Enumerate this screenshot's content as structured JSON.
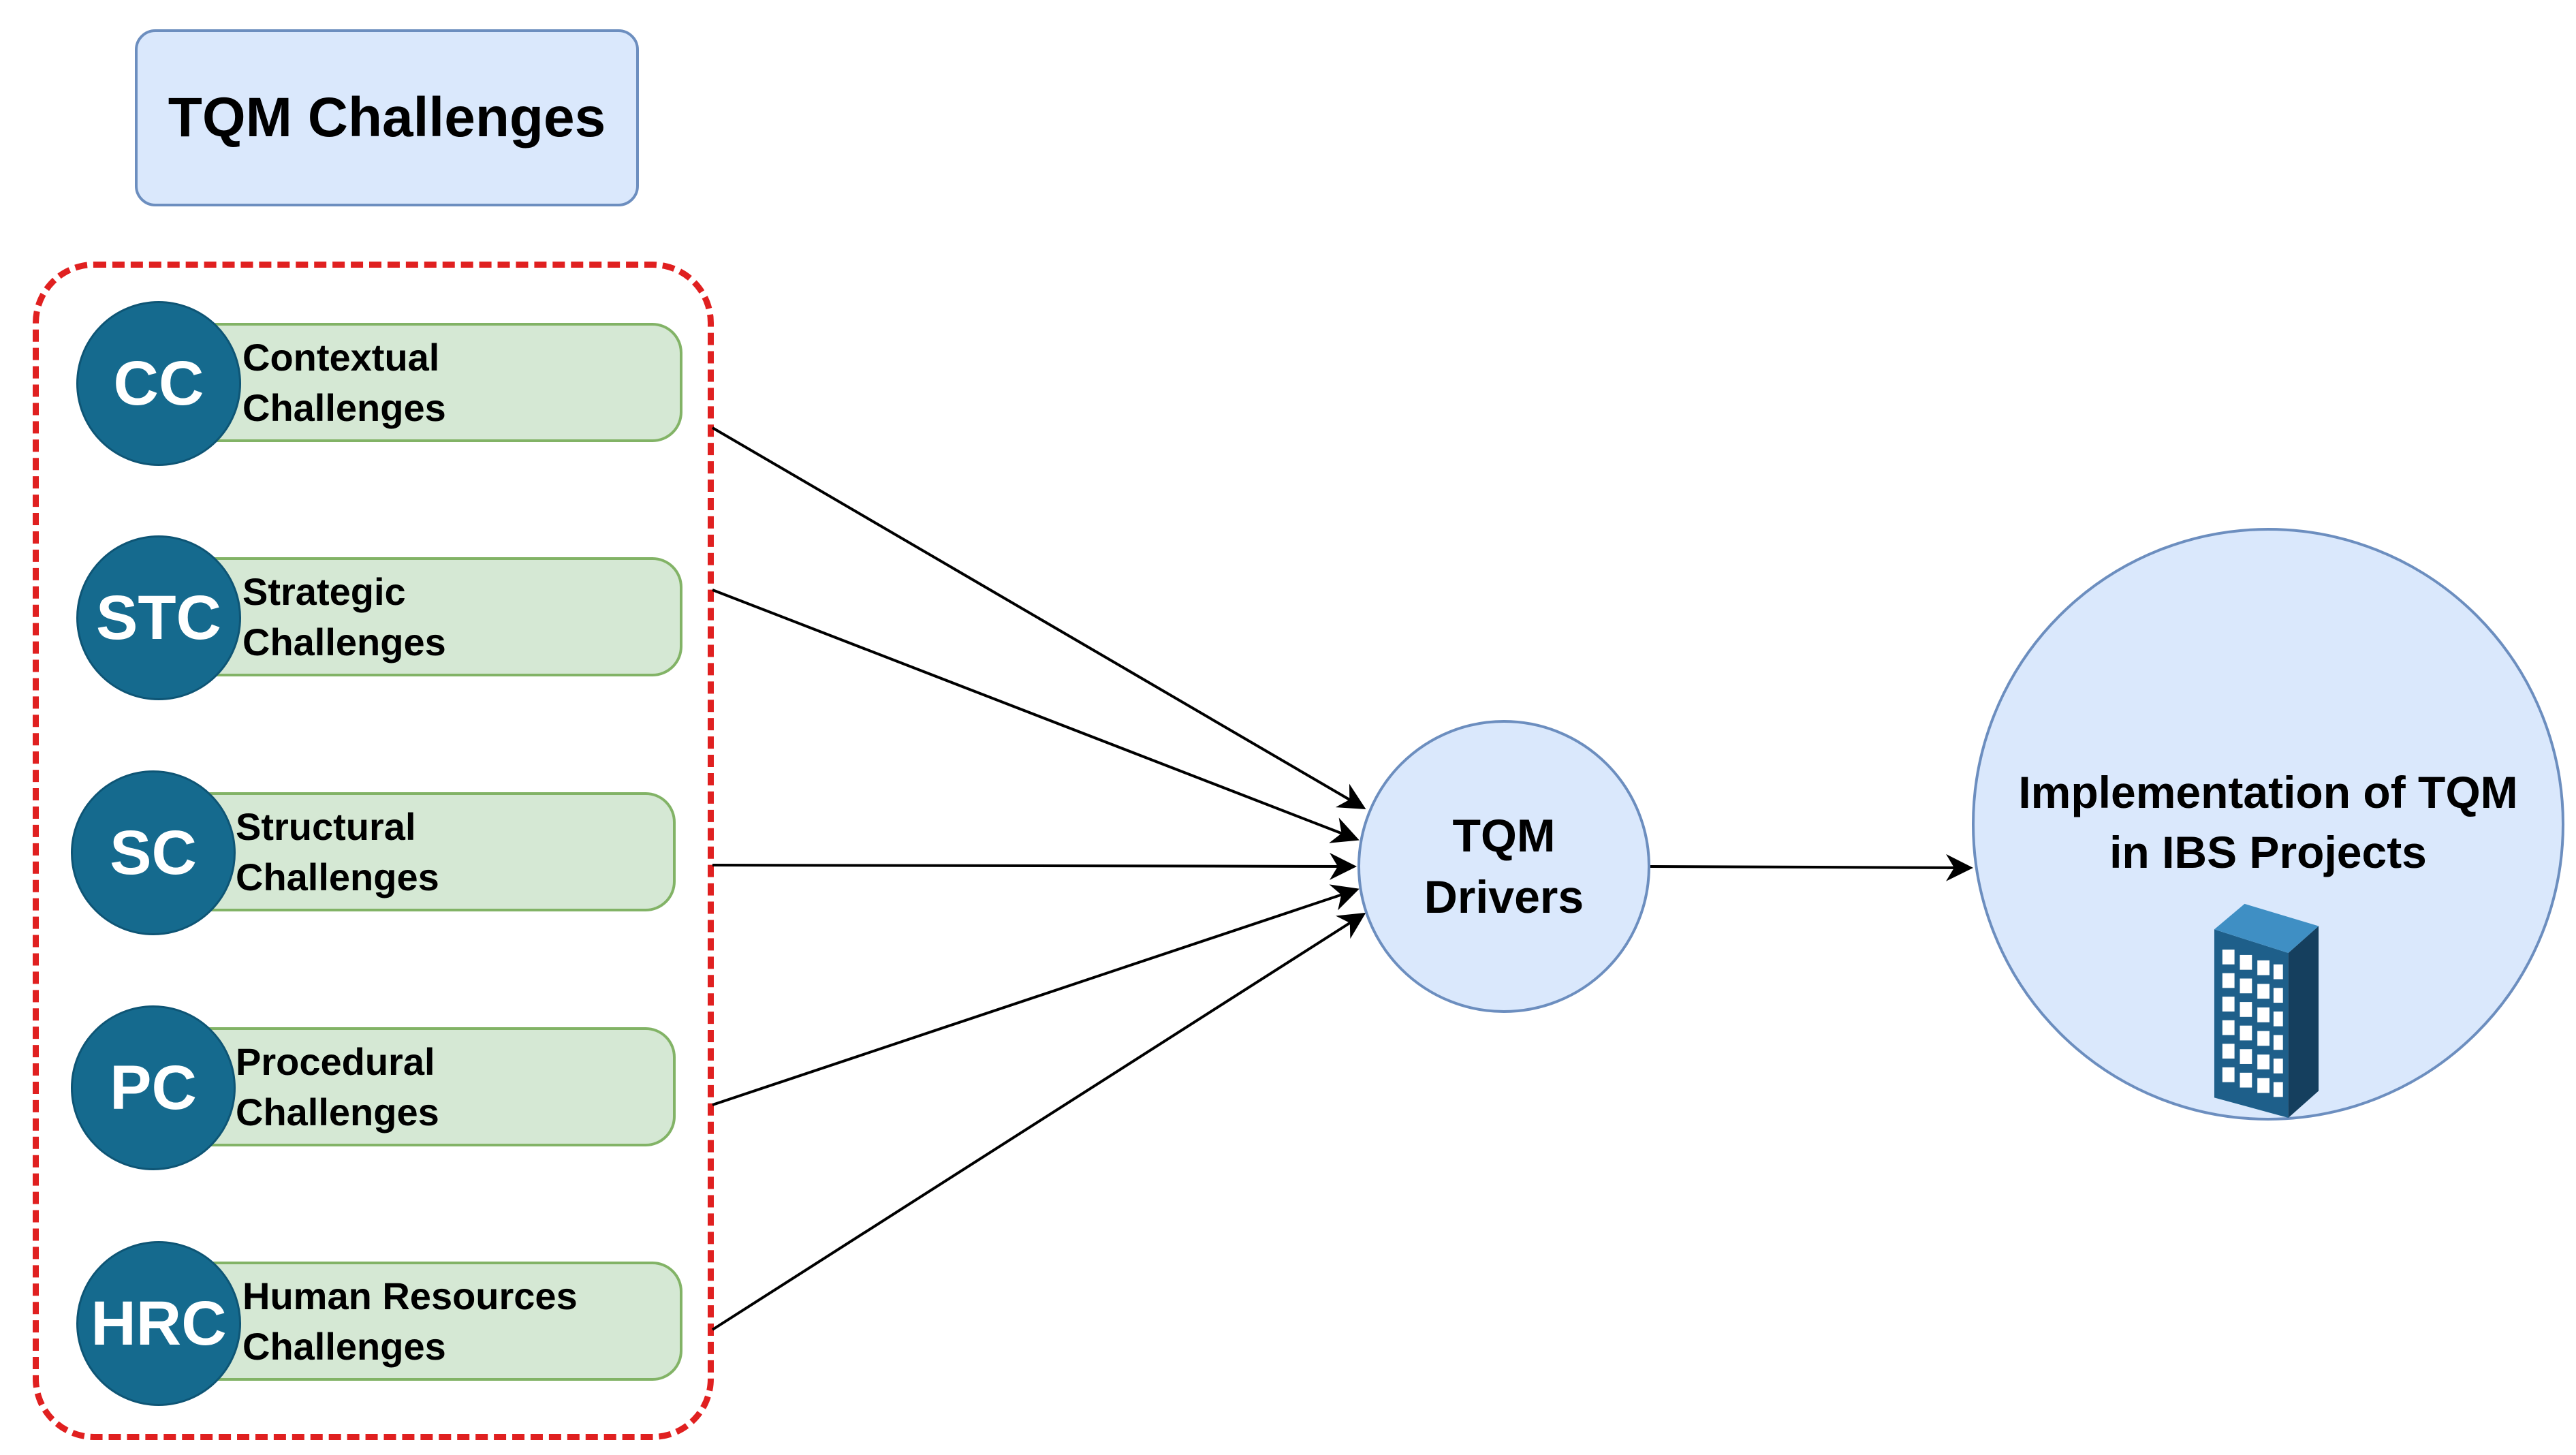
{
  "title": "TQM Challenges",
  "challenges": [
    {
      "abbr": "CC",
      "label": "Contextual\nChallenges"
    },
    {
      "abbr": "STC",
      "label": "Strategic\nChallenges"
    },
    {
      "abbr": "SC",
      "label": "Structural\nChallenges"
    },
    {
      "abbr": "PC",
      "label": "Procedural\nChallenges"
    },
    {
      "abbr": "HRC",
      "label": "Human Resources\nChallenges"
    }
  ],
  "drivers": "TQM\nDrivers",
  "outcome": "Implementation of TQM\nin IBS Projects",
  "icons": {
    "outcome": "building-icon"
  },
  "colors": {
    "badge": "#156a8e",
    "pill_fill": "#d5e8d4",
    "pill_border": "#82b366",
    "node_fill": "#dae8fc",
    "node_border": "#6c8ebf",
    "group_frame": "#e02020"
  }
}
